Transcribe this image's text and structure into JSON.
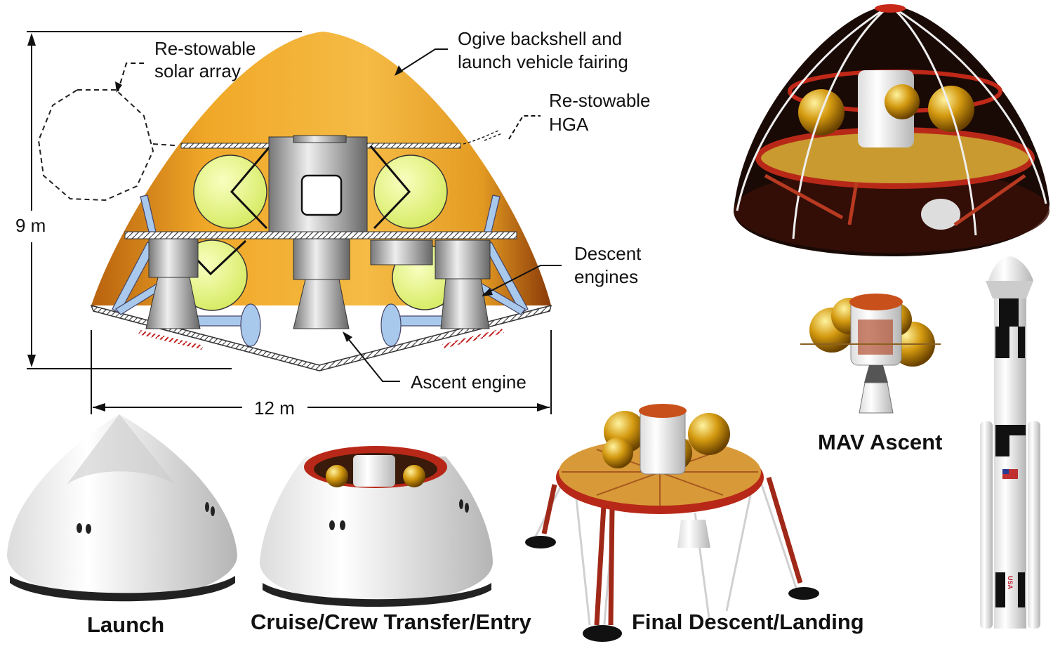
{
  "diagram": {
    "labels": {
      "solar_array": [
        "Re-stowable",
        "solar array"
      ],
      "backshell": [
        "Ogive backshell and",
        "launch vehicle fairing"
      ],
      "hga": [
        "Re-stowable",
        "HGA"
      ],
      "height": "9 m",
      "descent_engines": [
        "Descent",
        "engines"
      ],
      "ascent_engine": "Ascent engine",
      "width": "12 m"
    },
    "captions": {
      "launch": "Launch",
      "cruise": "Cruise/Crew Transfer/Entry",
      "landing": "Final Descent/Landing",
      "mav": "MAV Ascent"
    },
    "rocket_marking": "USA",
    "colors": {
      "fairing": "#f2b234",
      "tank": "#e8f58a",
      "strut": "#a8c8ec",
      "deck_red": "#c0281c"
    }
  }
}
